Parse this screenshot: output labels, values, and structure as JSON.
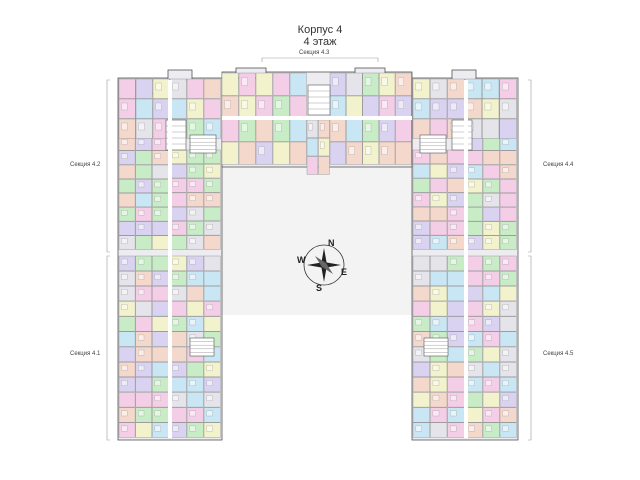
{
  "header": {
    "building": "Корпус 4",
    "floor": "4 этаж"
  },
  "sections": [
    {
      "id": "4.1",
      "label": "Секция 4.1"
    },
    {
      "id": "4.2",
      "label": "Секция 4.2"
    },
    {
      "id": "4.3",
      "label": "Секция 4.3"
    },
    {
      "id": "4.4",
      "label": "Секция 4.4"
    },
    {
      "id": "4.5",
      "label": "Секция 4.5"
    }
  ],
  "compass": {
    "n": "N",
    "s": "S",
    "e": "E",
    "w": "W"
  },
  "colors": {
    "pink": "#f4cde6",
    "violet": "#d9d2f1",
    "blue": "#c9e6f4",
    "green": "#c8ecc6",
    "peach": "#f5d8cc",
    "yellow": "#f2f2cc",
    "courtyard": "#f3f3f3",
    "wall": "#555555"
  }
}
